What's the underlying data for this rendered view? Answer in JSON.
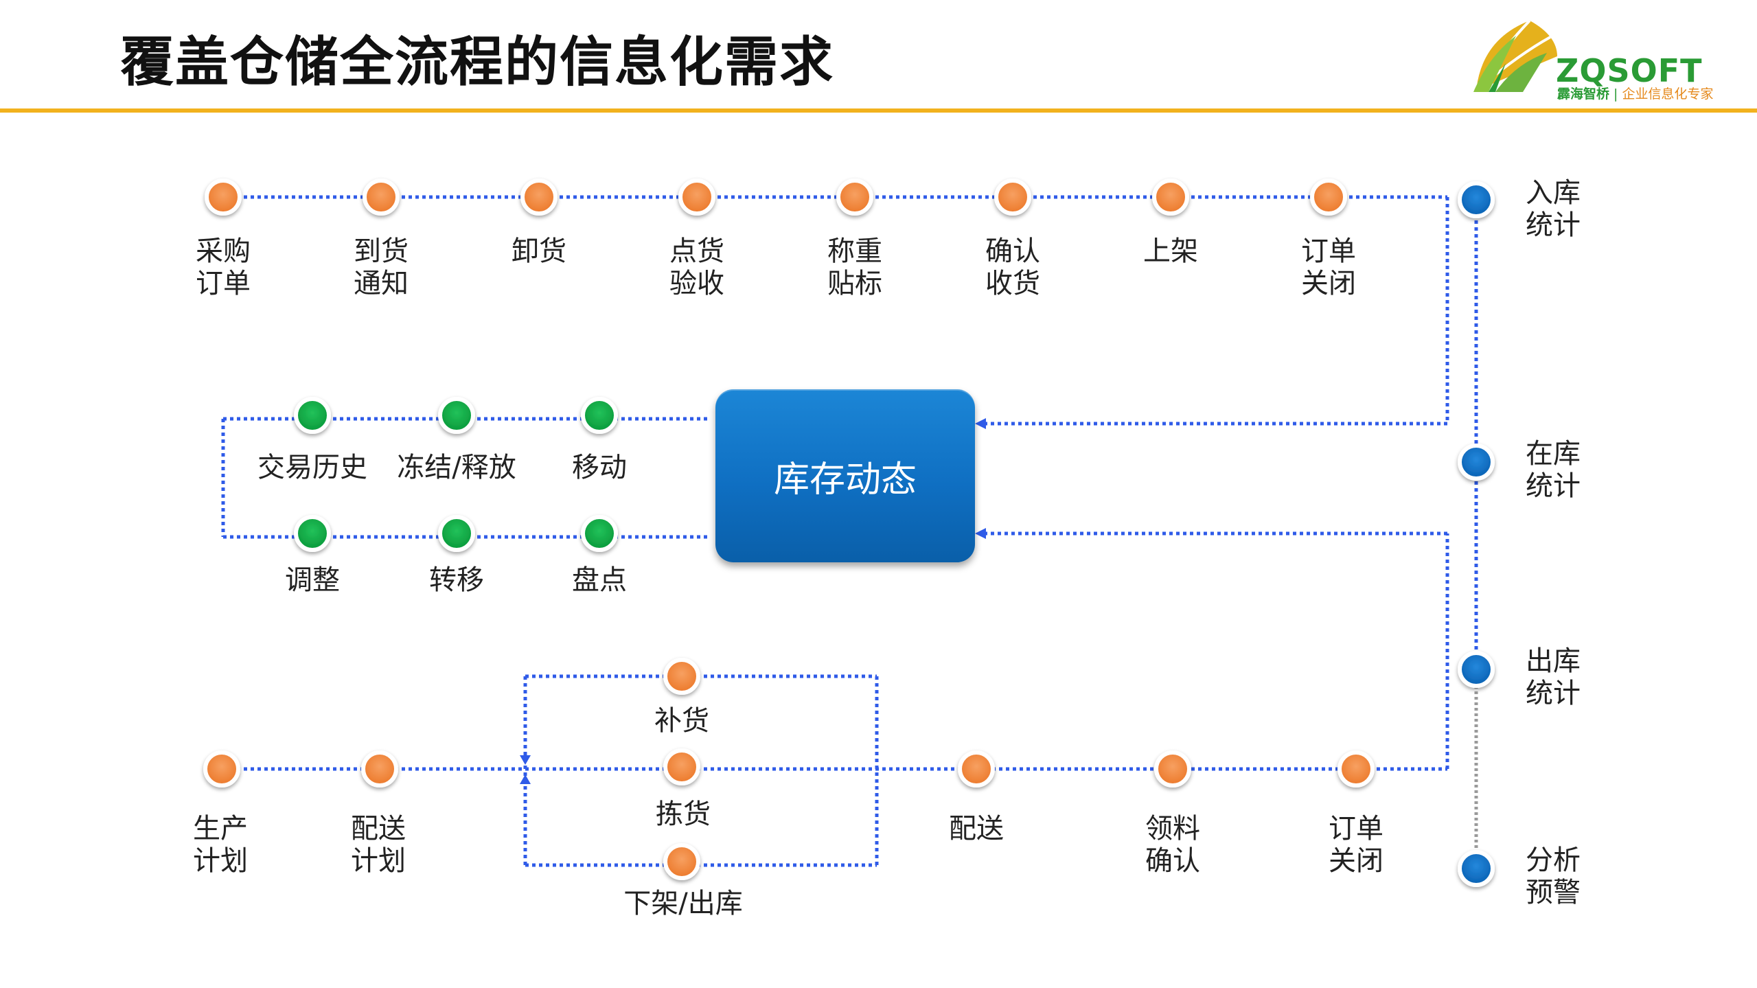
{
  "title": "覆盖仓储全流程的信息化需求",
  "logo": {
    "brand": "ZQSOFT",
    "sub_left": "霹海智桥",
    "sub_right": "企业信息化专家"
  },
  "colors": {
    "orange": "#f0843a",
    "green": "#12a543",
    "blue": "#0b6fc4",
    "line": "#2f5be8",
    "accent": "#f2b21e"
  },
  "center": {
    "label": "库存动态"
  },
  "inbound": [
    [
      "采购",
      "订单"
    ],
    [
      "到货",
      "通知"
    ],
    [
      "卸货"
    ],
    [
      "点货",
      "验收"
    ],
    [
      "称重",
      "贴标"
    ],
    [
      "确认",
      "收货"
    ],
    [
      "上架"
    ],
    [
      "订单",
      "关闭"
    ]
  ],
  "inventory_top": [
    "交易历史",
    "冻结/释放",
    "移动"
  ],
  "inventory_bottom": [
    "调整",
    "转移",
    "盘点"
  ],
  "outbound": {
    "before": [
      [
        "生产",
        "计划"
      ],
      [
        "配送",
        "计划"
      ]
    ],
    "branch": {
      "top": "补货",
      "middle": "拣货",
      "bottom": "下架/出库"
    },
    "after": [
      [
        "配送"
      ],
      [
        "领料",
        "确认"
      ],
      [
        "订单",
        "关闭"
      ]
    ]
  },
  "stats": [
    [
      "入库",
      "统计"
    ],
    [
      "在库",
      "统计"
    ],
    [
      "出库",
      "统计"
    ],
    [
      "分析",
      "预警"
    ]
  ]
}
